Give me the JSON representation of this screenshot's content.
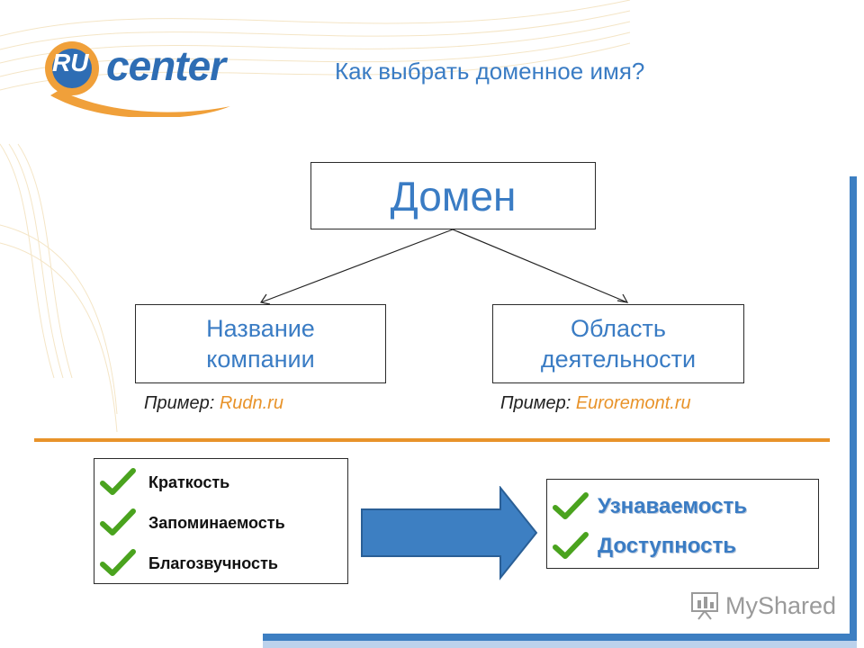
{
  "logo": {
    "ru": "RU",
    "center": "center"
  },
  "title": "Как выбрать доменное имя?",
  "diagram": {
    "root": "Домен",
    "left": {
      "line1": "Название",
      "line2": "компании",
      "example_prefix": "Пример: ",
      "example_value": "Rudn.ru"
    },
    "right": {
      "line1": "Область",
      "line2": "деятельности",
      "example_prefix": "Пример: ",
      "example_value": "Euroremont.ru"
    }
  },
  "criteria": [
    "Краткость",
    "Запоминаемость",
    "Благозвучность"
  ],
  "results": [
    "Узнаваемость",
    "Доступность"
  ],
  "watermark": "MyShared",
  "colors": {
    "accent_blue": "#3a7cc4",
    "accent_orange": "#e8932a",
    "check_green": "#4aa31e",
    "arrow_blue": "#3d7fc2"
  }
}
